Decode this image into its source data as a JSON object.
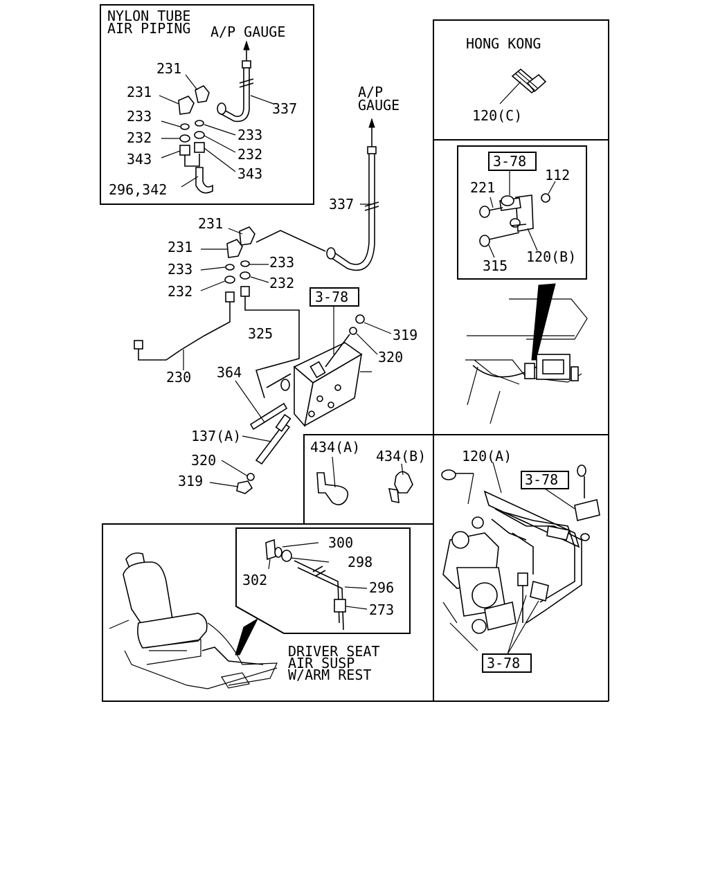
{
  "labels": {
    "inset_title_1": "NYLON TUBE",
    "inset_title_2": "AIR PIPING",
    "inset_ap_gauge": "A/P GAUGE",
    "inset_231a": "231",
    "inset_231b": "231",
    "inset_337": "337",
    "inset_233a": "233",
    "inset_233b": "233",
    "inset_232a": "232",
    "inset_232b": "232",
    "inset_343a": "343",
    "inset_343b": "343",
    "inset_296": "296,342",
    "main_ap_1": "A/P",
    "main_ap_2": "GAUGE",
    "main_337": "337",
    "main_231a": "231",
    "main_231b": "231",
    "main_233a": "233",
    "main_233b": "233",
    "main_232a": "232",
    "main_232b": "232",
    "main_378": "3-78",
    "main_319a": "319",
    "main_320a": "320",
    "main_325": "325",
    "main_230": "230",
    "main_364": "364",
    "main_137": "137(A)",
    "main_320b": "320",
    "main_319b": "319",
    "hk_title": "HONG KONG",
    "hk_120c": "120(C)",
    "r_378": "3-78",
    "r_221": "221",
    "r_112": "112",
    "r_315": "315",
    "r_120b": "120(B)",
    "c_434a": "434(A)",
    "c_434b": "434(B)",
    "br_120a": "120(A)",
    "br_378a": "3-78",
    "br_378b": "3-78",
    "seat_300": "300",
    "seat_298": "298",
    "seat_302": "302",
    "seat_296": "296",
    "seat_273": "273",
    "seat_note_1": "DRIVER SEAT",
    "seat_note_2": "AIR SUSP",
    "seat_note_3": "W/ARM REST"
  }
}
